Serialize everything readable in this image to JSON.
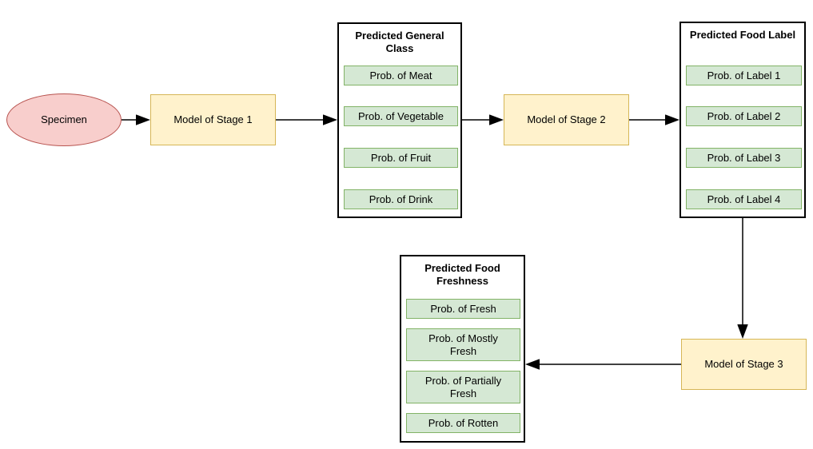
{
  "diagram": {
    "specimen": {
      "label": "Specimen"
    },
    "stage1": {
      "label": "Model of Stage 1"
    },
    "stage2": {
      "label": "Model of Stage 2"
    },
    "stage3": {
      "label": "Model of Stage 3"
    },
    "general_class": {
      "title": "Predicted General Class",
      "items": [
        "Prob. of Meat",
        "Prob. of Vegetable",
        "Prob. of Fruit",
        "Prob. of Drink"
      ]
    },
    "food_label": {
      "title": "Predicted Food Label",
      "items": [
        "Prob. of Label 1",
        "Prob. of Label 2",
        "Prob. of Label 3",
        "Prob. of Label 4"
      ]
    },
    "food_freshness": {
      "title": "Predicted Food Freshness",
      "items": [
        "Prob. of Fresh",
        "Prob. of Mostly Fresh",
        "Prob. of Partially Fresh",
        "Prob. of Rotten"
      ]
    },
    "colors": {
      "specimen_fill": "#f8cecc",
      "specimen_stroke": "#b85450",
      "model_fill": "#fff2cc",
      "model_stroke": "#d6b656",
      "prob_fill": "#d5e8d4",
      "prob_stroke": "#82b366",
      "container_stroke": "#000000",
      "arrow": "#000000",
      "background": "#ffffff"
    }
  }
}
